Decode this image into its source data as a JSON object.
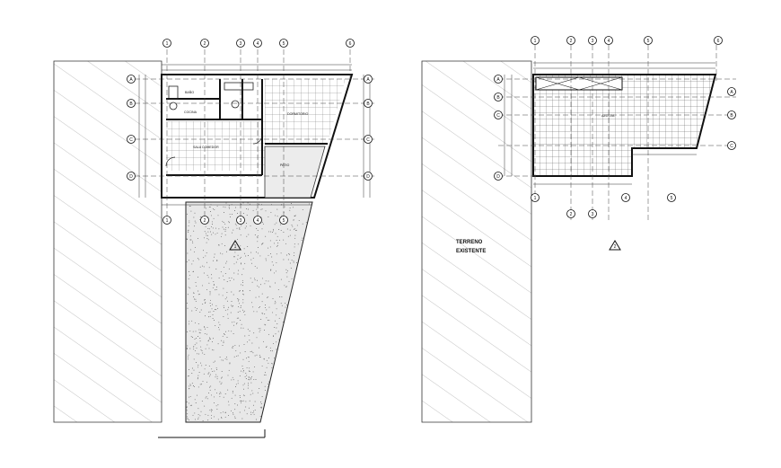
{
  "left_plan": {
    "label_title": "",
    "axis_top": [
      "1",
      "2",
      "3",
      "4",
      "5",
      "6"
    ],
    "axis_bottom": [
      "1",
      "2",
      "3",
      "4",
      "5"
    ],
    "axis_left": [
      "A",
      "B",
      "C",
      "D"
    ],
    "axis_right": [
      "A",
      "B",
      "C",
      "D"
    ],
    "level_mark": "1",
    "rooms": [
      {
        "id": "bath",
        "text": "BAÑO"
      },
      {
        "id": "bedroom",
        "text": "DORMITORIO"
      },
      {
        "id": "kitchen",
        "text": "COCINA"
      },
      {
        "id": "living",
        "text": "SALA COMEDOR"
      },
      {
        "id": "patio",
        "text": "PATIO"
      }
    ]
  },
  "right_plan": {
    "axis_top": [
      "1",
      "2",
      "3",
      "4",
      "5",
      "6"
    ],
    "axis_bottom": [
      "1",
      "2",
      "3",
      "4",
      "5"
    ],
    "axis_left": [
      "A",
      "B",
      "C",
      "D"
    ],
    "axis_right": [
      "A",
      "B",
      "C"
    ],
    "existing_label_line1": "TERRENO",
    "existing_label_line2": "EXISTENTE",
    "level_mark": "2",
    "rooms": [
      {
        "id": "roof",
        "text": "AZOTEA"
      }
    ]
  }
}
